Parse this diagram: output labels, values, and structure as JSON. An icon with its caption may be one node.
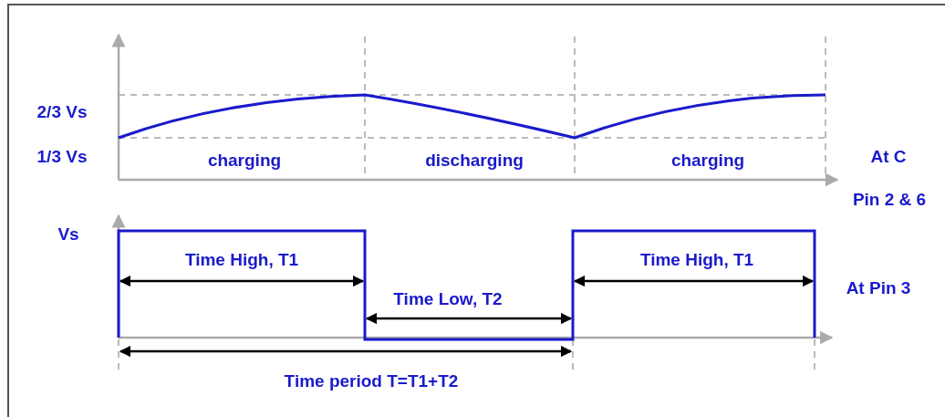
{
  "diagram": {
    "labels": [
      "2/3 Vs",
      "1/3 Vs",
      "charging",
      "discharging",
      "charging",
      "At C",
      "Pin 2 & 6",
      "Vs",
      "Time High, T1",
      "Time High, T1",
      "At Pin 3",
      "Time Low, T2",
      "Time period T=T1+T2"
    ]
  }
}
